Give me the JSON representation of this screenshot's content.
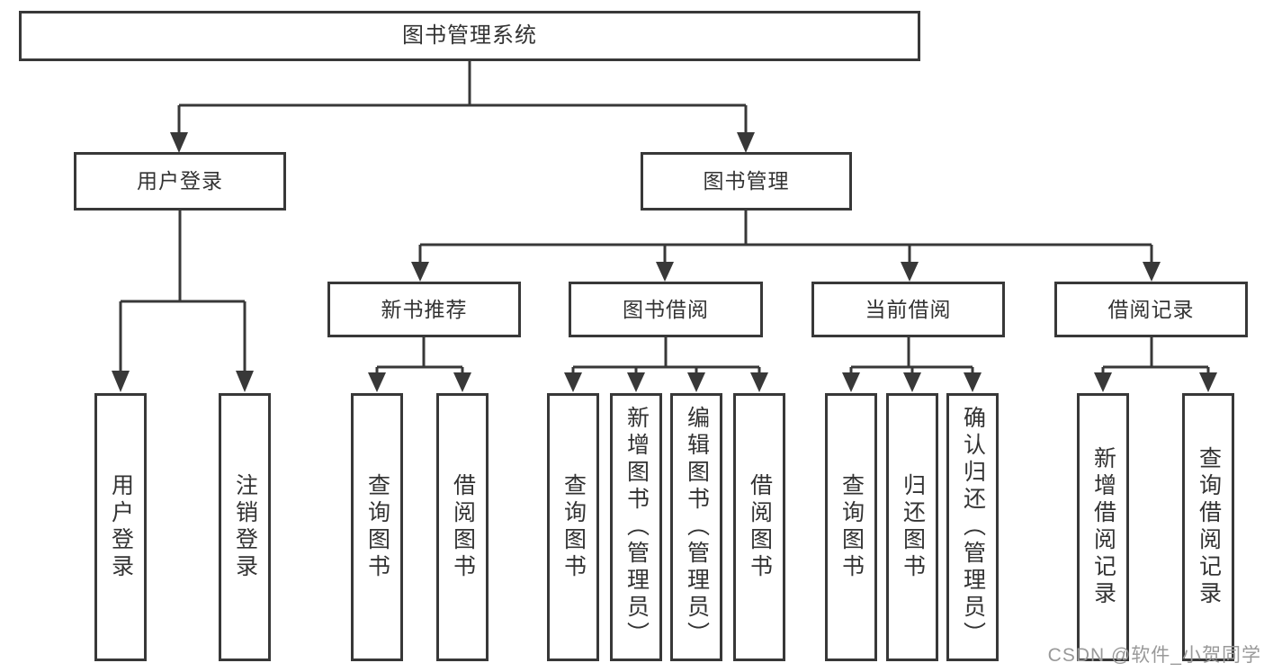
{
  "diagram": {
    "root": {
      "label": "图书管理系统"
    },
    "level2": [
      {
        "label": "用户登录"
      },
      {
        "label": "图书管理"
      }
    ],
    "level3": [
      {
        "label": "新书推荐"
      },
      {
        "label": "图书借阅"
      },
      {
        "label": "当前借阅"
      },
      {
        "label": "借阅记录"
      }
    ],
    "leaves": {
      "user_login": [
        {
          "label": "用户登录"
        },
        {
          "label": "注销登录"
        }
      ],
      "new_book_recommend": [
        {
          "label": "查询图书"
        },
        {
          "label": "借阅图书"
        }
      ],
      "book_borrow": [
        {
          "label": "查询图书"
        },
        {
          "label": "新增图书（管理员）"
        },
        {
          "label": "编辑图书（管理员）"
        },
        {
          "label": "借阅图书"
        }
      ],
      "current_borrow": [
        {
          "label": "查询图书"
        },
        {
          "label": "归还图书"
        },
        {
          "label": "确认归还（管理员）"
        }
      ],
      "borrow_record": [
        {
          "label": "新增借阅记录"
        },
        {
          "label": "查询借阅记录"
        }
      ]
    },
    "watermark": "CSDN @软件_小贺同学",
    "colors": {
      "line": "#383838",
      "text": "#333333",
      "box_background": "#ffffff",
      "watermark": "#999999"
    }
  }
}
